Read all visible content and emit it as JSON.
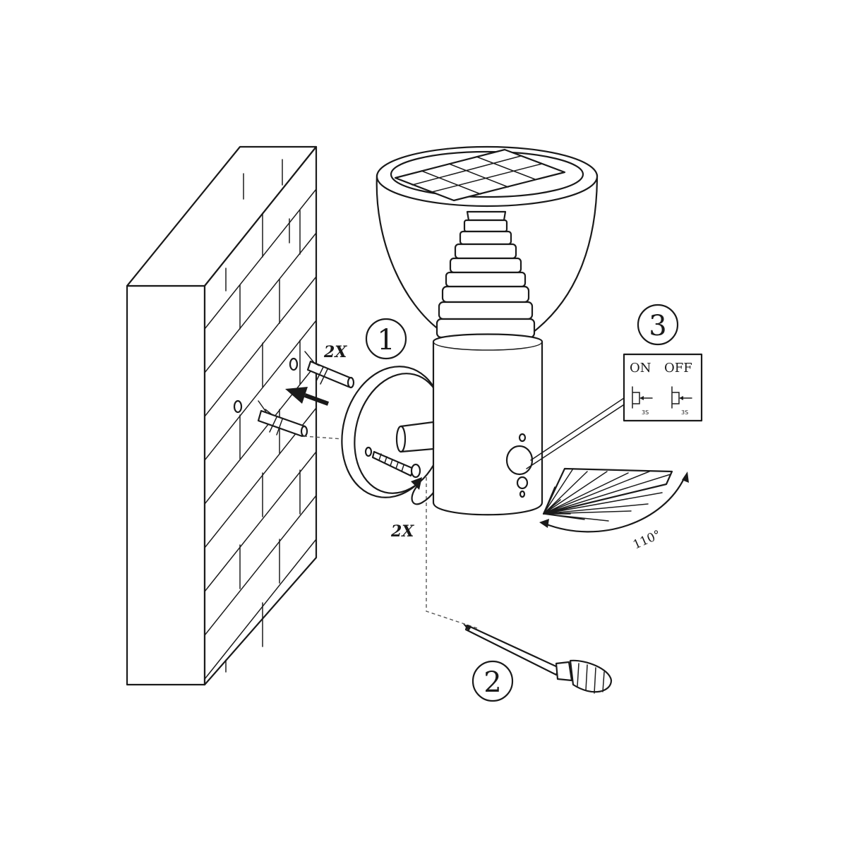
{
  "steps": {
    "one": "1",
    "two": "2",
    "three": "3"
  },
  "quantities": {
    "anchors": "2X",
    "screws": "2X"
  },
  "switch_panel": {
    "on_label": "ON",
    "off_label": "OFF",
    "on_time": "3S",
    "off_time": "3S"
  },
  "sensor": {
    "detection_angle": "110°"
  }
}
